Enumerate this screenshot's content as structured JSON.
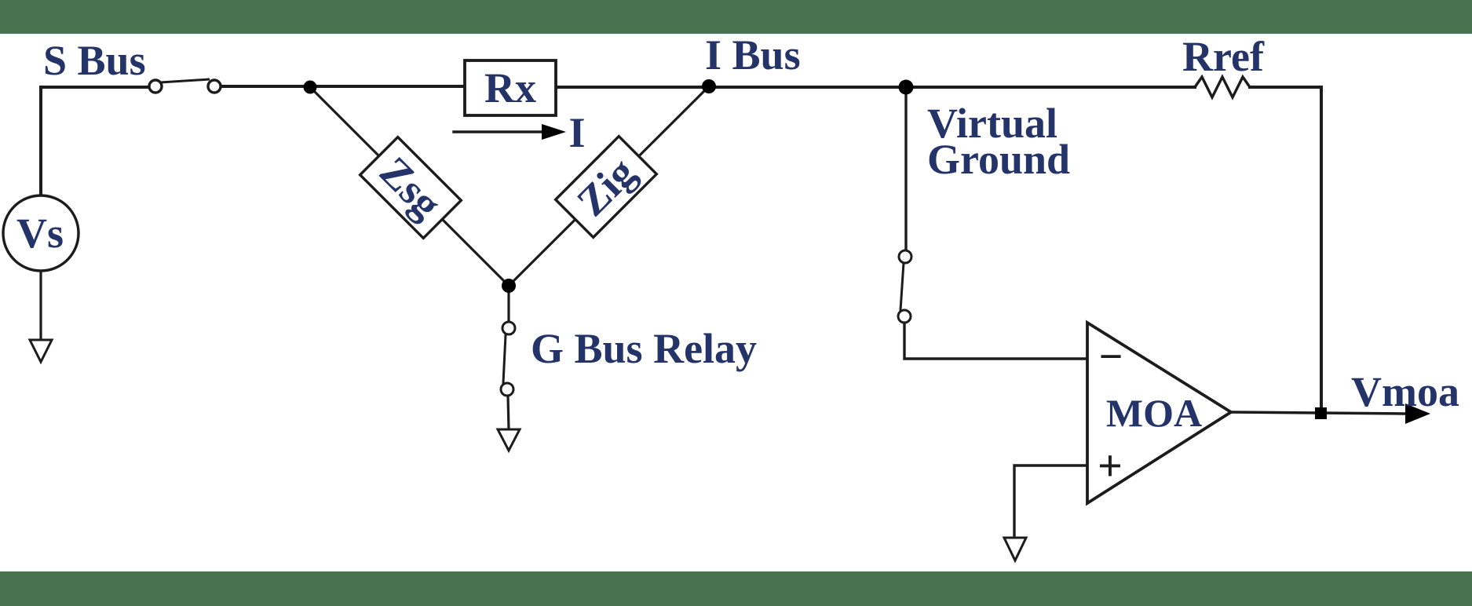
{
  "colors": {
    "frame_bar": "#497251",
    "background": "#ffffff",
    "wire": "#1c1c1c",
    "node": "#000000",
    "label_text": "#243469"
  },
  "labels": {
    "s_bus": "S Bus",
    "i_bus": "I Bus",
    "rx": "Rx",
    "current_arrow": "I",
    "zsg": "Zsg",
    "zig": "Zig",
    "g_bus_relay": "G Bus Relay",
    "virtual_ground_line1": "Virtual",
    "virtual_ground_line2": "Ground",
    "rref": "Rref",
    "vs": "Vs",
    "opamp": "MOA",
    "opamp_minus": "−",
    "opamp_plus": "+",
    "vmoa": "Vmoa"
  }
}
